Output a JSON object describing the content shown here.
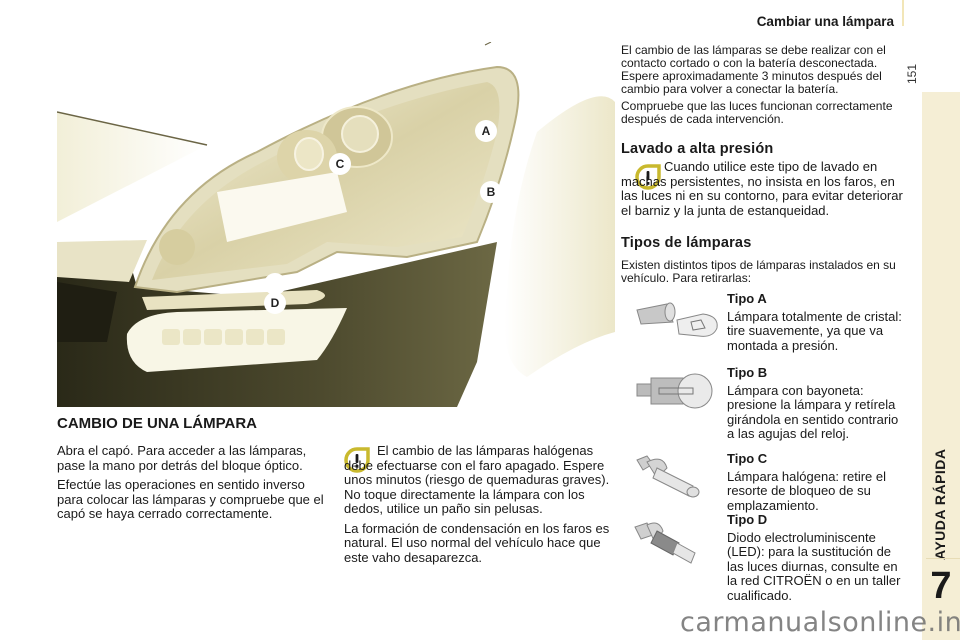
{
  "header": {
    "title": "Cambiar una lámpara",
    "page_number": "151"
  },
  "chapter": {
    "title": "AYUDA RÁPIDA",
    "number": "7"
  },
  "illustration": {
    "alt": "Faro delantero con posiciones de lámparas",
    "labels": [
      "A",
      "B",
      "C",
      "D"
    ],
    "colors": {
      "light": "#e9e4c4",
      "mid": "#c9c096",
      "dark": "#3c3a22",
      "darker": "#25241a"
    }
  },
  "intro": {
    "paragraphs": [
      "El cambio de las lámparas se debe realizar con el contacto cortado o con la batería desconectada. Espere aproximadamente 3 minutos después del cambio para volver a conectar la batería.",
      "Compruebe que las luces funcionan correctamente después de cada intervención."
    ]
  },
  "high_pressure": {
    "title": "Lavado a alta presión",
    "warning": "Cuando utilice este tipo de lavado en machas persistentes, no insista en los faros, en las luces ni en su contorno, para evitar deteriorar el barniz y la junta de estanqueidad."
  },
  "lamp_types": {
    "title": "Tipos de lámparas",
    "intro": "Existen distintos tipos de lámparas instalados en su vehículo. Para retirarlas:",
    "items": [
      {
        "label": "Tipo A",
        "icon": "wedge-bulb-icon",
        "text": "Lámpara totalmente de cristal: tire suavemente, ya que va montada a presión."
      },
      {
        "label": "Tipo B",
        "icon": "bayonet-bulb-icon",
        "text": "Lámpara con bayoneta: presione la lámpara y retírela girándola en sentido contrario a las agujas del reloj."
      },
      {
        "label": "Tipo C",
        "icon": "halogen-bulb-icon",
        "text": "Lámpara halógena: retire el resorte de bloqueo de su emplazamiento."
      },
      {
        "label": "Tipo D",
        "icon": "led-module-icon",
        "text": "Diodo electroluminiscente (LED): para la sustitución de las luces diurnas, consulte en la red CITROËN o en un taller cualificado."
      }
    ]
  },
  "bulb_change": {
    "title": "CAMBIO DE UNA LÁMPARA",
    "paragraphs": [
      "Abra el capó. Para acceder a las lámparas, pase la mano por detrás del bloque óptico.",
      "Efectúe las operaciones en sentido inverso para colocar las lámparas y compruebe que el capó se haya cerrado correctamente."
    ]
  },
  "halogen_warning": {
    "text": "El cambio de las lámparas halógenas debe efectuarse con el faro apagado. Espere unos minutos (riesgo de quemaduras graves). No toque directamente la lámpara con los dedos, utilice un paño sin pelusas.",
    "extra": "La formación de condensación en los faros es natural. El uso normal del vehículo hace que este vaho desaparezca."
  },
  "colors": {
    "sidebar": "#f5eed5",
    "warning_ring": "#c9b92e",
    "text": "#1a1a1a"
  },
  "watermark": "carmanualsonline.info"
}
